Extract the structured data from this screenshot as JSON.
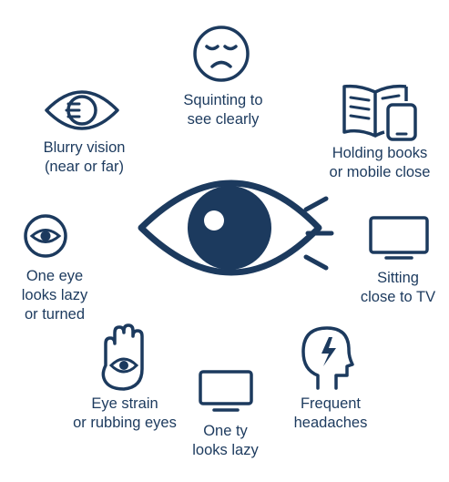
{
  "colors": {
    "ink": "#1c3a5e",
    "background": "#ffffff"
  },
  "center": {
    "icon": "large-eye-icon"
  },
  "symptoms": [
    {
      "id": "squinting",
      "icon": "squinting-face-icon",
      "label": "Squinting to\nsee clearly"
    },
    {
      "id": "holding-close",
      "icon": "book-and-phone-icon",
      "label": "Holding books\nor mobile close"
    },
    {
      "id": "sitting-close",
      "icon": "tv-icon",
      "label": "Sitting\nclose to TV"
    },
    {
      "id": "headaches",
      "icon": "head-lightning-icon",
      "label": "Frequent\nheadaches"
    },
    {
      "id": "one-ty-lazy",
      "icon": "monitor-icon",
      "label": "One ty\nlooks lazy"
    },
    {
      "id": "eye-strain",
      "icon": "hand-eye-icon",
      "label": "Eye strain\nor rubbing eyes"
    },
    {
      "id": "one-eye-lazy",
      "icon": "eye-in-circle-icon",
      "label": "One eye\nlooks lazy\nor turned"
    },
    {
      "id": "blurry",
      "icon": "blurry-eye-icon",
      "label": "Blurry vision\n(near or far)"
    }
  ]
}
